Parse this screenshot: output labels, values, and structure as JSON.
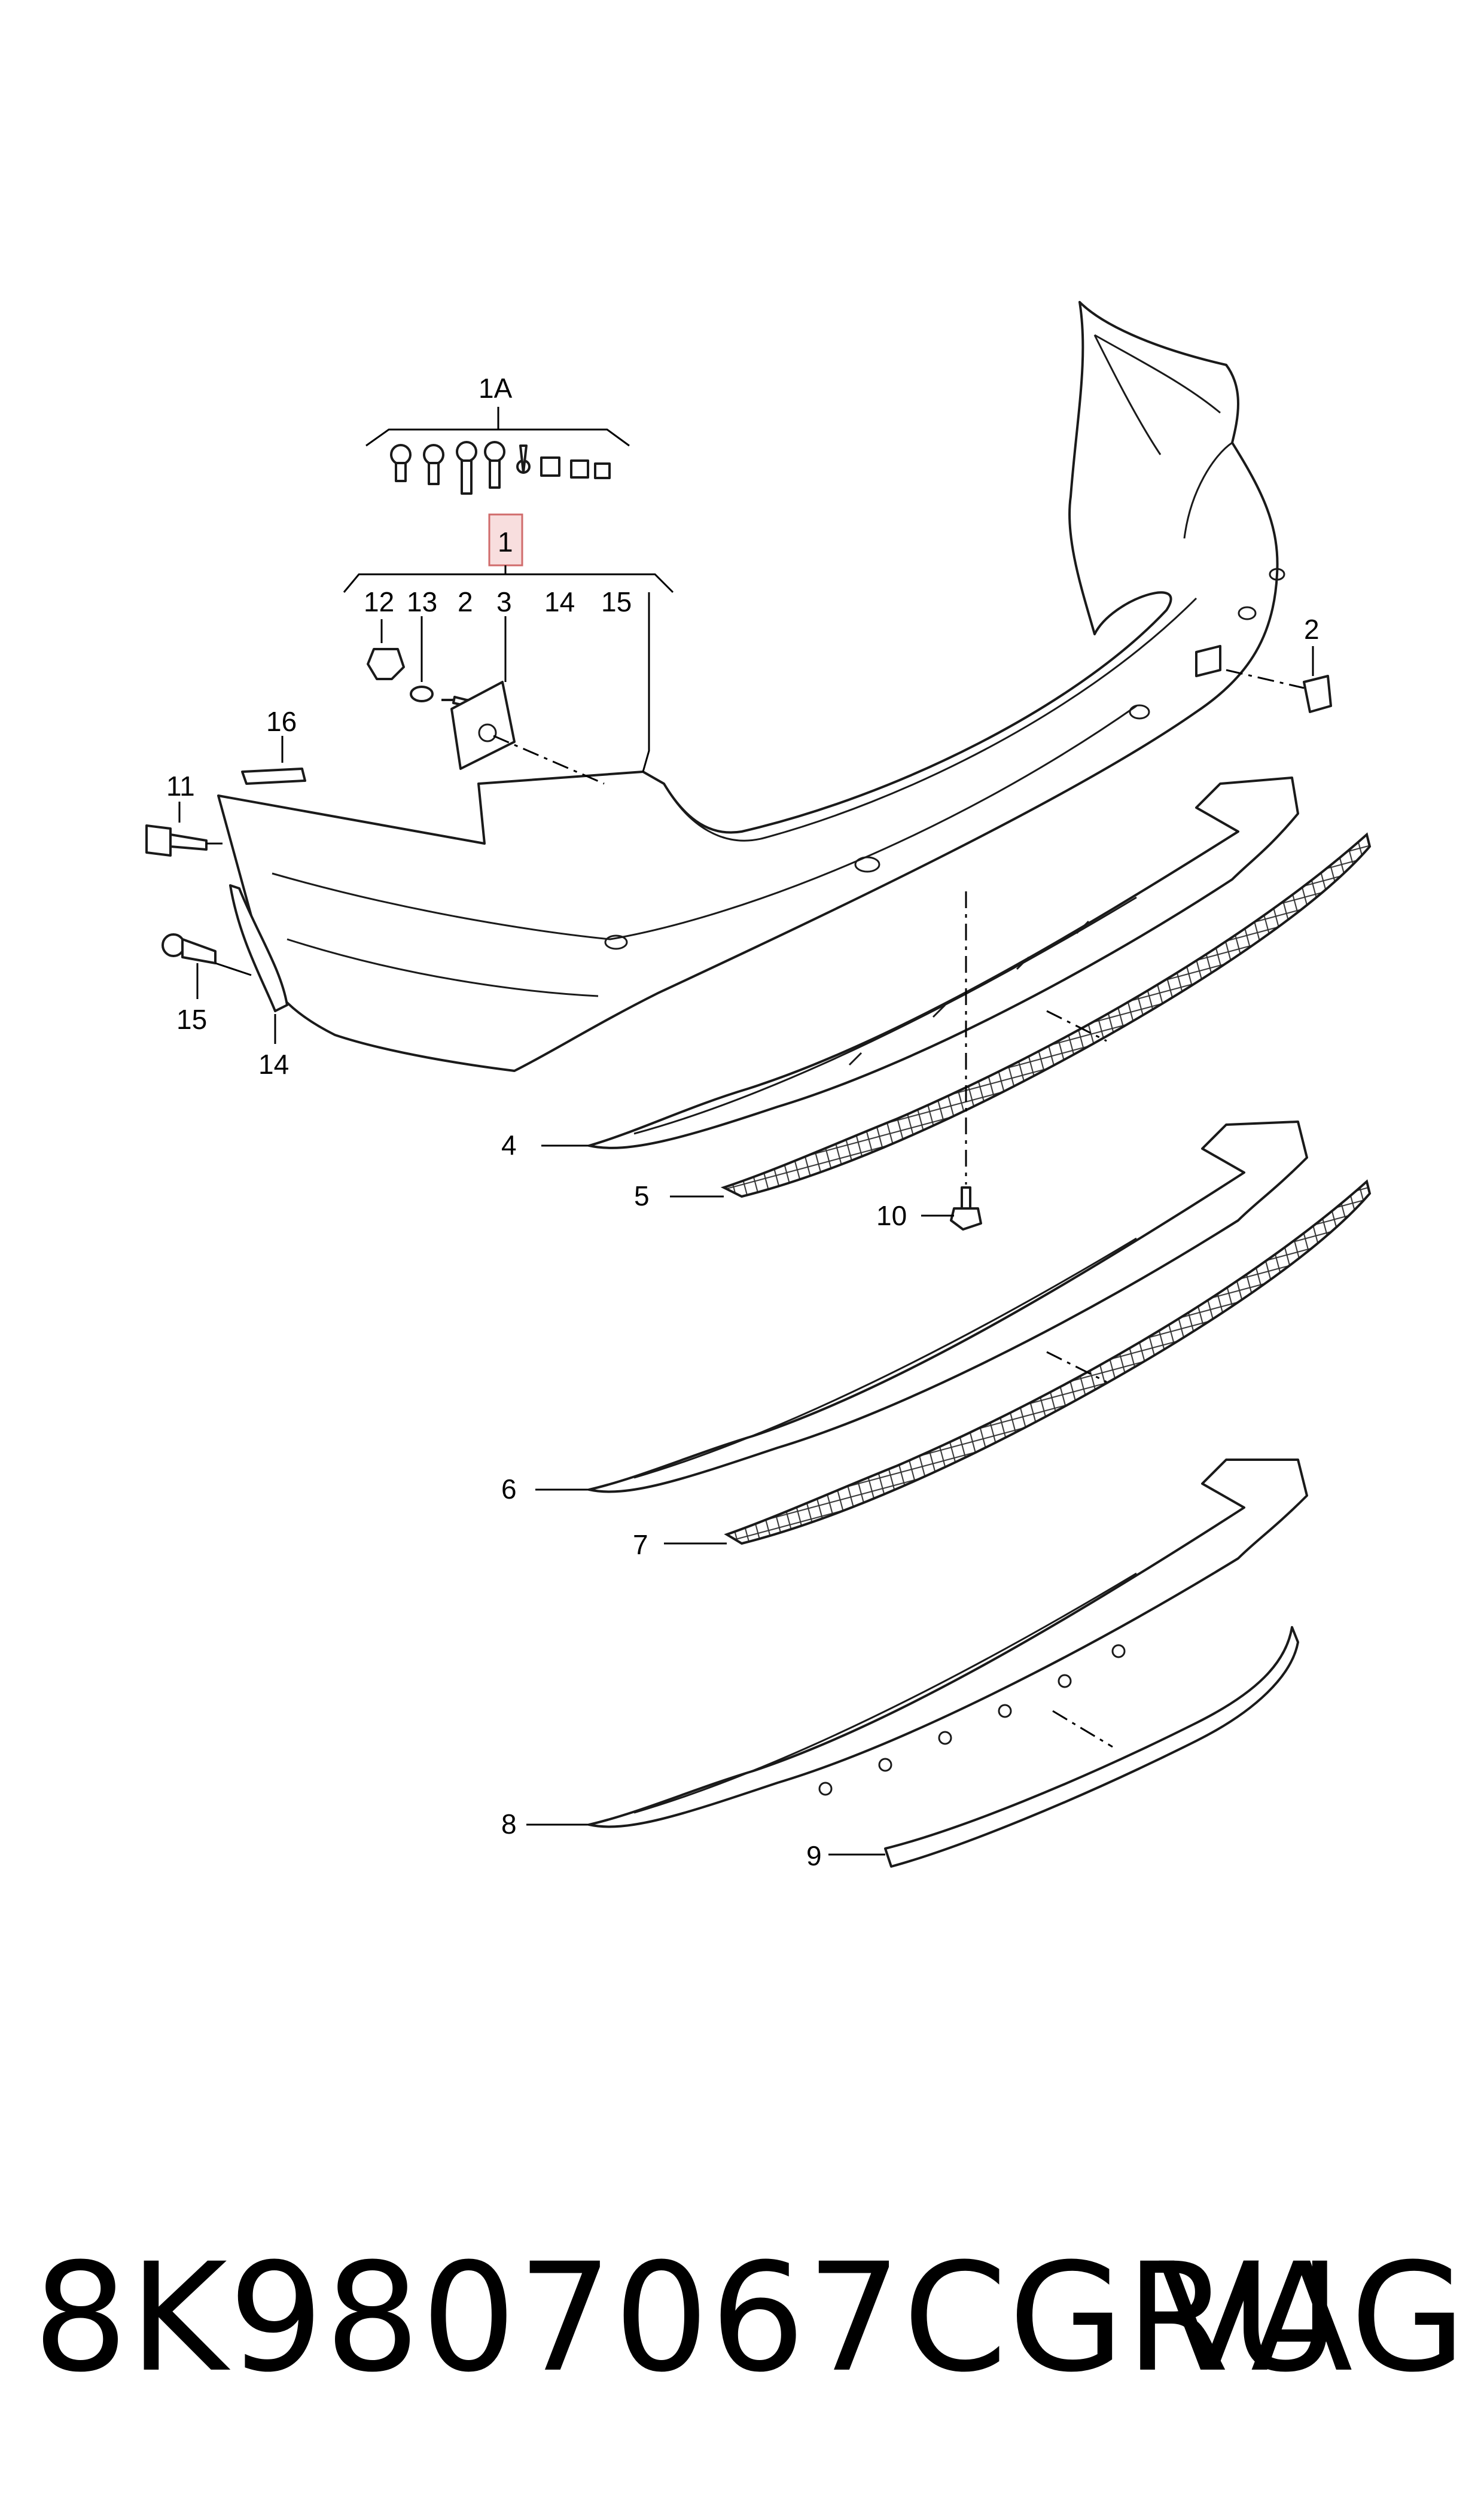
{
  "callouts": {
    "c1A": "1A",
    "c1": "1",
    "c2_top": "2",
    "c2_right": "2",
    "c3": "3",
    "c4": "4",
    "c5": "5",
    "c6": "6",
    "c7": "7",
    "c8": "8",
    "c9": "9",
    "c10": "10",
    "c11": "11",
    "c12": "12",
    "c13": "13",
    "c14_top": "14",
    "c14_left": "14",
    "c15_top": "15",
    "c15_left": "15",
    "c16": "16"
  },
  "colors": {
    "line": "#1a1a1a",
    "highlight_fill": "#f8dede",
    "highlight_stroke": "#d06b6b"
  },
  "footer": {
    "part_number": "8K9807067CGRU",
    "brand": "VAG"
  }
}
